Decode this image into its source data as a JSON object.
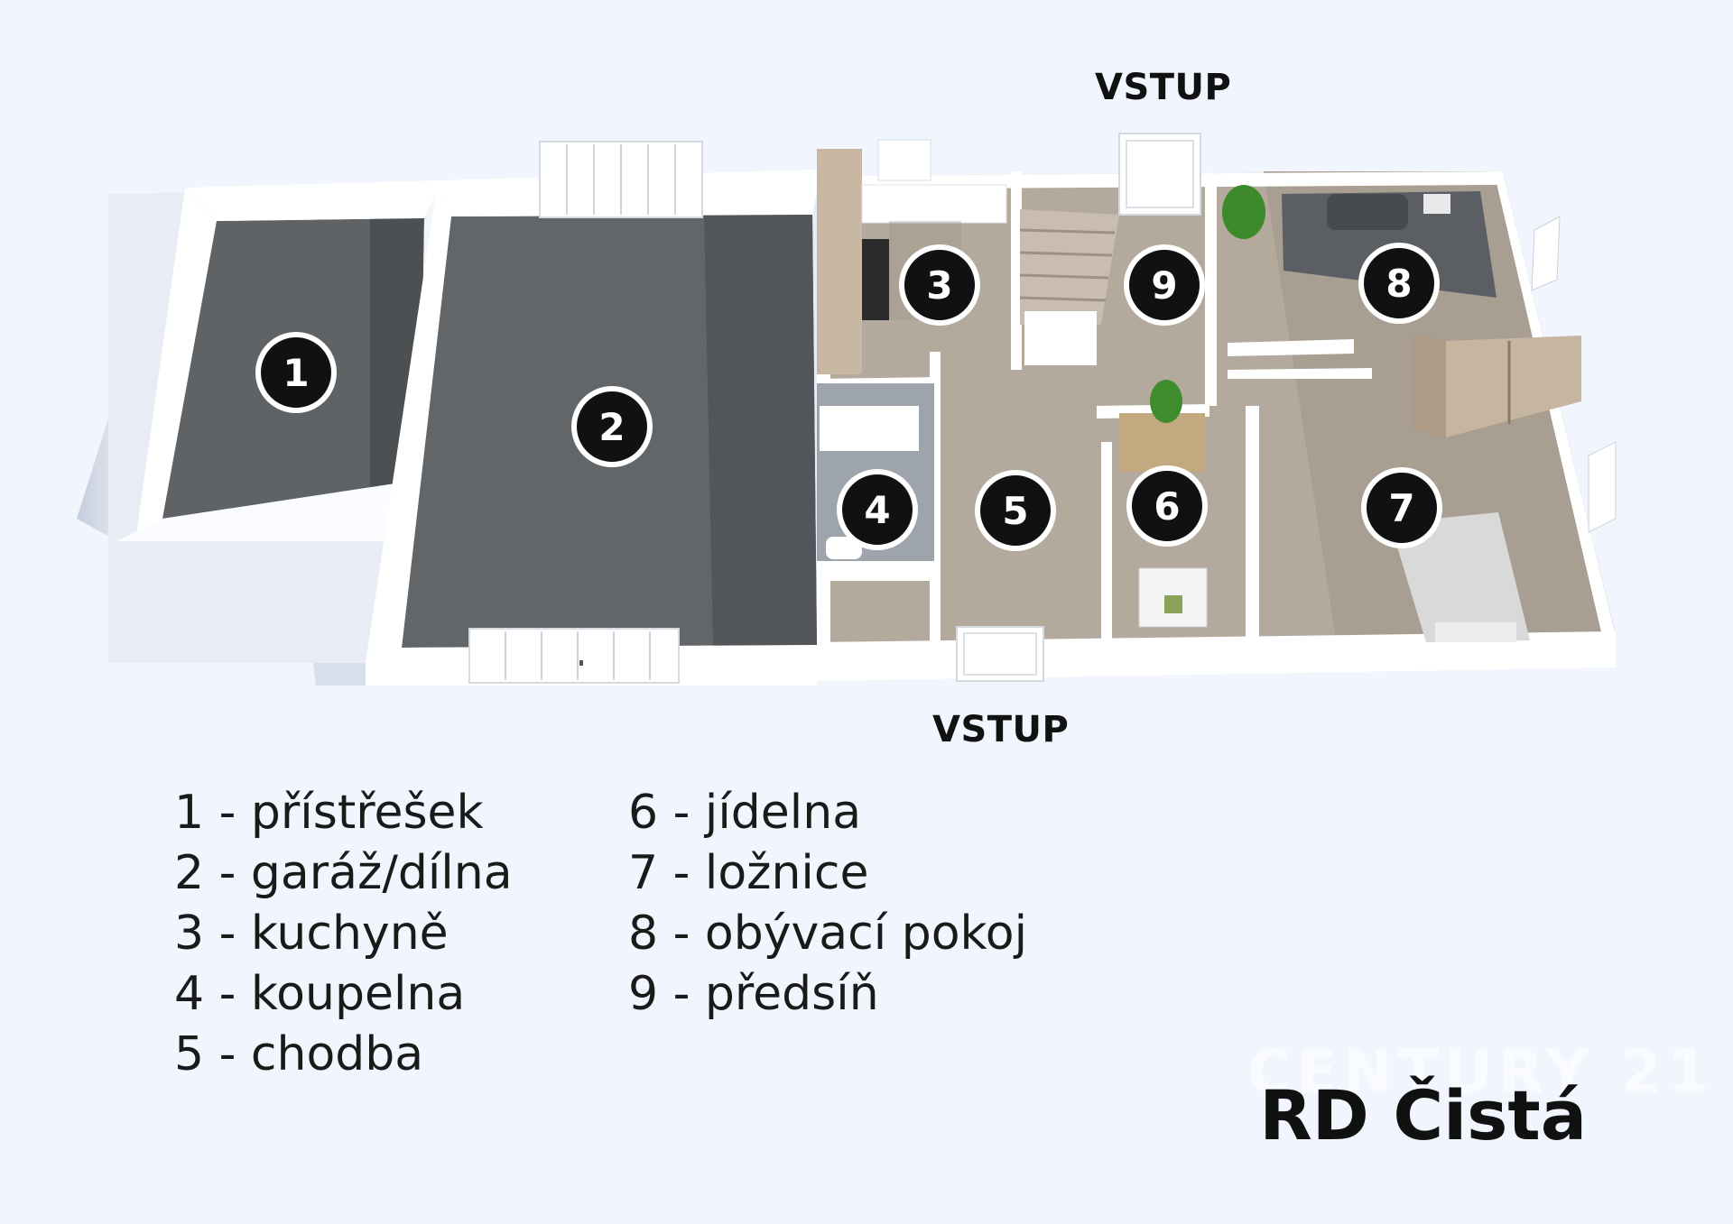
{
  "entrances": {
    "top": "VSTUP",
    "bottom": "VSTUP"
  },
  "rooms": [
    {
      "num": "1",
      "name": "přístřešek"
    },
    {
      "num": "2",
      "name": "garáž/dílna"
    },
    {
      "num": "3",
      "name": "kuchyně"
    },
    {
      "num": "4",
      "name": "koupelna"
    },
    {
      "num": "5",
      "name": "chodba"
    },
    {
      "num": "6",
      "name": "jídelna"
    },
    {
      "num": "7",
      "name": "ložnice"
    },
    {
      "num": "8",
      "name": "obývací pokoj"
    },
    {
      "num": "9",
      "name": "předsíň"
    }
  ],
  "legend": {
    "left": [
      "1 - přístřešek",
      "2 - garáž/dílna",
      "3 - kuchyně",
      "4 - koupelna",
      "5 - chodba"
    ],
    "right": [
      "6 - jídelna",
      "7 - ložnice",
      "8 - obývací pokoj",
      "9 - předsíň"
    ]
  },
  "title": "RD Čistá",
  "watermark": "CENTURY 21",
  "colors": {
    "background": "#f1f6fe",
    "garage_floor": "#5e6265",
    "wood_floor": "#b5ab9f",
    "wall": "#ffffff",
    "marker": "#111111"
  }
}
